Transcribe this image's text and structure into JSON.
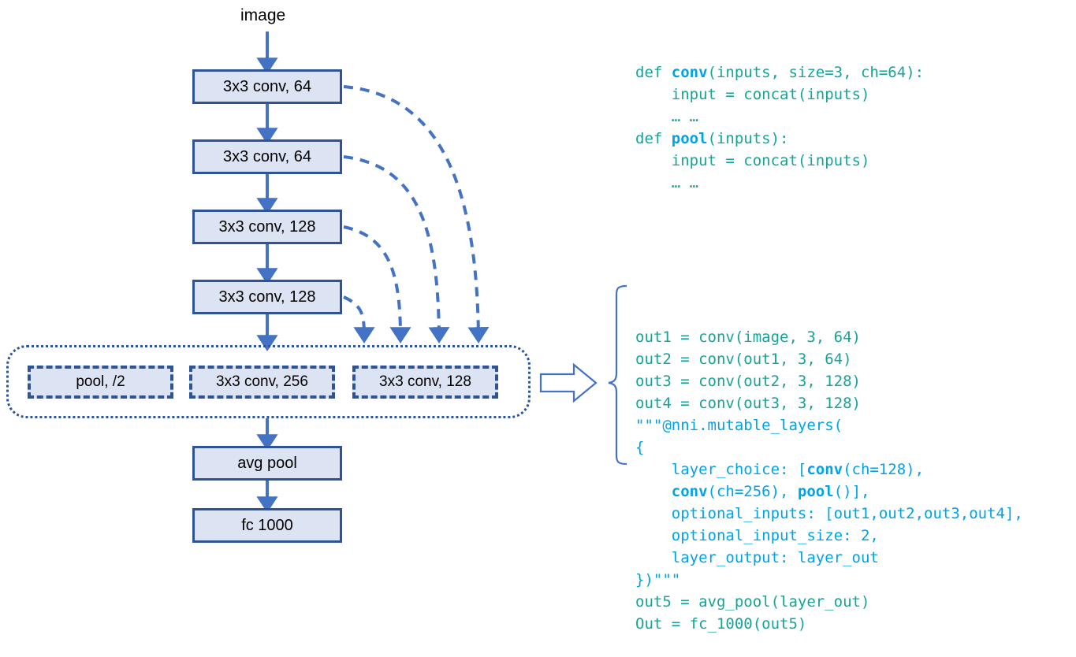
{
  "diagram": {
    "input_label": "image",
    "flow_boxes": [
      {
        "label": "3x3 conv, 64",
        "name": "conv-box-1"
      },
      {
        "label": "3x3 conv, 64",
        "name": "conv-box-2"
      },
      {
        "label": "3x3 conv, 128",
        "name": "conv-box-3"
      },
      {
        "label": "3x3 conv, 128",
        "name": "conv-box-4"
      }
    ],
    "choice_boxes": [
      {
        "label": "pool, /2",
        "name": "choice-pool"
      },
      {
        "label": "3x3 conv, 256",
        "name": "choice-conv-256"
      },
      {
        "label": "3x3 conv, 128",
        "name": "choice-conv-128"
      }
    ],
    "tail_boxes": [
      {
        "label": "avg pool",
        "name": "avg-pool-box"
      },
      {
        "label": "fc 1000",
        "name": "fc-box"
      }
    ],
    "colors": {
      "box_fill": "#dce3f2",
      "box_border": "#2f5496",
      "arrow": "#4472c4",
      "dashed_edge": "#4472c4",
      "code_teal": "#17a398",
      "code_blue": "#00a2e8"
    }
  },
  "code": {
    "block1": [
      [
        {
          "t": "def ",
          "c": "teal"
        },
        {
          "t": "conv",
          "c": "blue-b"
        },
        {
          "t": "(inputs, size=3, ch=64):",
          "c": "teal"
        }
      ],
      [
        {
          "t": "    input = concat(inputs)",
          "c": "teal"
        }
      ],
      [
        {
          "t": "    … …",
          "c": "teal"
        }
      ],
      [
        {
          "t": "def ",
          "c": "teal"
        },
        {
          "t": "pool",
          "c": "blue-b"
        },
        {
          "t": "(inputs):",
          "c": "teal"
        }
      ],
      [
        {
          "t": "    input = concat(inputs)",
          "c": "teal"
        }
      ],
      [
        {
          "t": "    … …",
          "c": "teal"
        }
      ]
    ],
    "block2": [
      [
        {
          "t": "out1 = conv(image, 3, 64)",
          "c": "teal"
        }
      ],
      [
        {
          "t": "out2 = conv(out1, 3, 64)",
          "c": "teal"
        }
      ],
      [
        {
          "t": "out3 = conv(out2, 3, 128)",
          "c": "teal"
        }
      ],
      [
        {
          "t": "out4 = conv(out3, 3, 128)",
          "c": "teal"
        }
      ],
      [
        {
          "t": "\"\"\"@nni.mutable_layers(",
          "c": "blue"
        }
      ],
      [
        {
          "t": "{",
          "c": "blue"
        }
      ],
      [
        {
          "t": "    layer_choice: [",
          "c": "blue"
        },
        {
          "t": "conv",
          "c": "blue-b"
        },
        {
          "t": "(ch=128),",
          "c": "blue"
        }
      ],
      [
        {
          "t": "    ",
          "c": "blue"
        },
        {
          "t": "conv",
          "c": "blue-b"
        },
        {
          "t": "(ch=256), ",
          "c": "blue"
        },
        {
          "t": "pool",
          "c": "blue-b"
        },
        {
          "t": "()],",
          "c": "blue"
        }
      ],
      [
        {
          "t": "    optional_inputs: [out1,out2,out3,out4],",
          "c": "blue"
        }
      ],
      [
        {
          "t": "    optional_input_size: 2,",
          "c": "blue"
        }
      ],
      [
        {
          "t": "    layer_output: layer_out",
          "c": "blue"
        }
      ],
      [
        {
          "t": "})\"\"\"",
          "c": "blue"
        }
      ],
      [
        {
          "t": "out5 = avg_pool(layer_out)",
          "c": "teal"
        }
      ],
      [
        {
          "t": "Out = fc_1000(out5)",
          "c": "teal"
        }
      ]
    ]
  }
}
